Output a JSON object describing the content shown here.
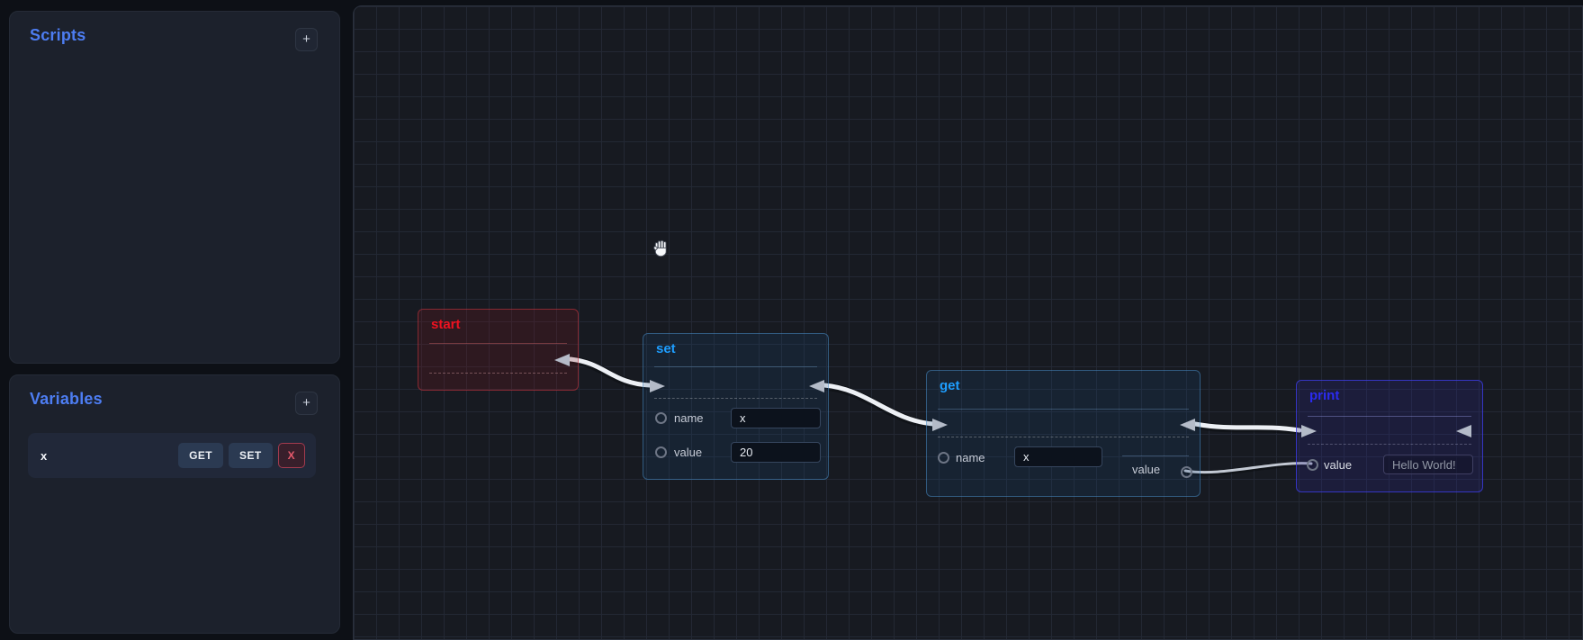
{
  "sidebar": {
    "scripts_panel": {
      "title": "Scripts",
      "add_button": "+"
    },
    "variables_panel": {
      "title": "Variables",
      "add_button": "+",
      "variables": [
        {
          "name": "x",
          "get": "GET",
          "set": "SET",
          "delete": "X"
        }
      ]
    }
  },
  "canvas": {
    "cursor": "open-hand",
    "nodes": {
      "start": {
        "title": "start",
        "accent": "#ef1220"
      },
      "set": {
        "title": "set",
        "accent": "#1e9eff",
        "name_field": {
          "label": "name",
          "value": "x"
        },
        "value_field": {
          "label": "value",
          "value": "20"
        }
      },
      "get": {
        "title": "get",
        "accent": "#1e9eff",
        "name_field": {
          "label": "name",
          "value": "x"
        },
        "value_output_label": "value"
      },
      "print": {
        "title": "print",
        "accent": "#2b2bf0",
        "value_field": {
          "label": "value",
          "value": "Hello World!"
        }
      }
    },
    "connections": [
      {
        "from": "start.flow-out",
        "to": "set.flow-in",
        "kind": "flow"
      },
      {
        "from": "set.flow-out",
        "to": "get.flow-in",
        "kind": "flow"
      },
      {
        "from": "get.flow-out",
        "to": "print.flow-in",
        "kind": "flow"
      },
      {
        "from": "get.value",
        "to": "print.value",
        "kind": "data"
      }
    ]
  },
  "colors": {
    "page_bg": "#0d1016",
    "panel_bg": "#1c212c",
    "canvas_bg": "#171a21",
    "grid_line": "#232834",
    "header_blue": "#4d7df2",
    "node_red": "#ef1220",
    "node_blue": "#1e9eff",
    "node_indigo": "#2b2bf0",
    "wire": "#edf0f5",
    "arrow": "#b4bbc8",
    "delete_red": "#e4596b"
  }
}
